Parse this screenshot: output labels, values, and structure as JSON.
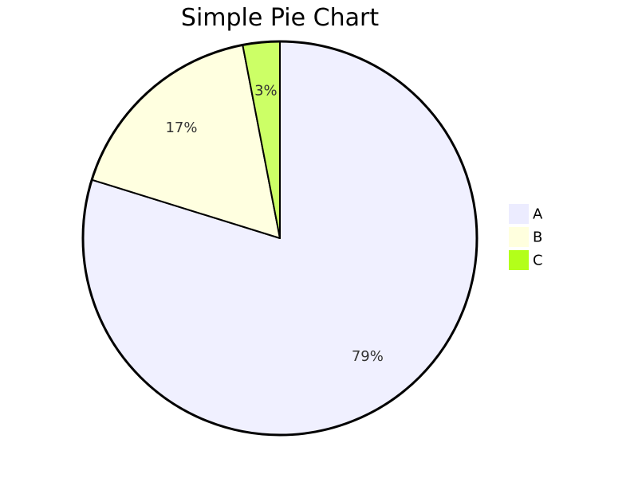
{
  "chart_data": {
    "type": "pie",
    "title": "Simple Pie Chart",
    "categories": [
      "A",
      "B",
      "C"
    ],
    "values": [
      79,
      17,
      3
    ],
    "labels": [
      "79%",
      "17%",
      "3%"
    ],
    "colors": [
      "#f0f0ff",
      "#ffffe0",
      "#ccff66"
    ],
    "legend_colors": [
      "#ececff",
      "#ffffde",
      "#b3ff1a"
    ],
    "outline_color": "#000000",
    "legend_position": "right"
  }
}
